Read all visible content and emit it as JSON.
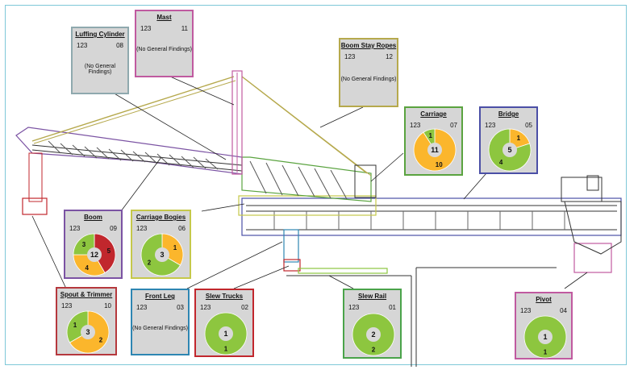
{
  "colors": {
    "green": "#8dc63f",
    "yellow": "#fbb62c",
    "red": "#c1272d",
    "hub": "#d9d9d9"
  },
  "cards": {
    "luffing_cylinder": {
      "title": "Luffing Cylinder",
      "id": "123",
      "count": "08",
      "message": "(No General Findings)",
      "border": "#8fa9ae"
    },
    "mast": {
      "title": "Mast",
      "id": "123",
      "count": "11",
      "message": "(No General Findings)",
      "border": "#c05aa0"
    },
    "boom_stay_ropes": {
      "title": "Boom Stay Ropes",
      "id": "123",
      "count": "12",
      "message": "(No General Findings)",
      "border": "#b6a94d"
    },
    "carriage": {
      "title": "Carriage",
      "id": "123",
      "count": "07",
      "border": "#5aa33f",
      "total": "11",
      "segments": [
        {
          "label": "10",
          "value": 10,
          "color": "#fbb62c"
        },
        {
          "label": "1",
          "value": 1,
          "color": "#8dc63f"
        }
      ]
    },
    "bridge": {
      "title": "Bridge",
      "id": "123",
      "count": "05",
      "border": "#4b4fa6",
      "total": "5",
      "segments": [
        {
          "label": "1",
          "value": 1,
          "color": "#fbb62c"
        },
        {
          "label": "4",
          "value": 4,
          "color": "#8dc63f"
        }
      ]
    },
    "boom": {
      "title": "Boom",
      "id": "123",
      "count": "09",
      "border": "#7b53a3",
      "total": "12",
      "segments": [
        {
          "label": "5",
          "value": 5,
          "color": "#c1272d"
        },
        {
          "label": "4",
          "value": 4,
          "color": "#fbb62c"
        },
        {
          "label": "3",
          "value": 3,
          "color": "#8dc63f"
        }
      ]
    },
    "carriage_bogies": {
      "title": "Carriage Bogies",
      "id": "123",
      "count": "06",
      "border": "#c5c84a",
      "total": "3",
      "segments": [
        {
          "label": "1",
          "value": 1,
          "color": "#fbb62c"
        },
        {
          "label": "2",
          "value": 2,
          "color": "#8dc63f"
        }
      ]
    },
    "spout_trimmer": {
      "title": "Spout & Trimmer",
      "id": "123",
      "count": "10",
      "border": "#b5383d",
      "total": "3",
      "segments": [
        {
          "label": "2",
          "value": 2,
          "color": "#fbb62c"
        },
        {
          "label": "1",
          "value": 1,
          "color": "#8dc63f"
        }
      ]
    },
    "front_leg": {
      "title": "Front Leg",
      "id": "123",
      "count": "03",
      "message": "(No General Findings)",
      "border": "#2e86b2"
    },
    "slew_trucks": {
      "title": "Slew Trucks",
      "id": "123",
      "count": "02",
      "border": "#c1272d",
      "total": "1",
      "segments": [
        {
          "label": "1",
          "value": 1,
          "color": "#8dc63f"
        }
      ]
    },
    "slew_rail": {
      "title": "Slew Rail",
      "id": "123",
      "count": "01",
      "border": "#4aa34a",
      "total": "2",
      "segments": [
        {
          "label": "2",
          "value": 2,
          "color": "#8dc63f"
        }
      ]
    },
    "pivot": {
      "title": "Pivot",
      "id": "123",
      "count": "04",
      "border": "#c05aa0",
      "total": "1",
      "segments": [
        {
          "label": "1",
          "value": 1,
          "color": "#8dc63f"
        }
      ]
    }
  }
}
